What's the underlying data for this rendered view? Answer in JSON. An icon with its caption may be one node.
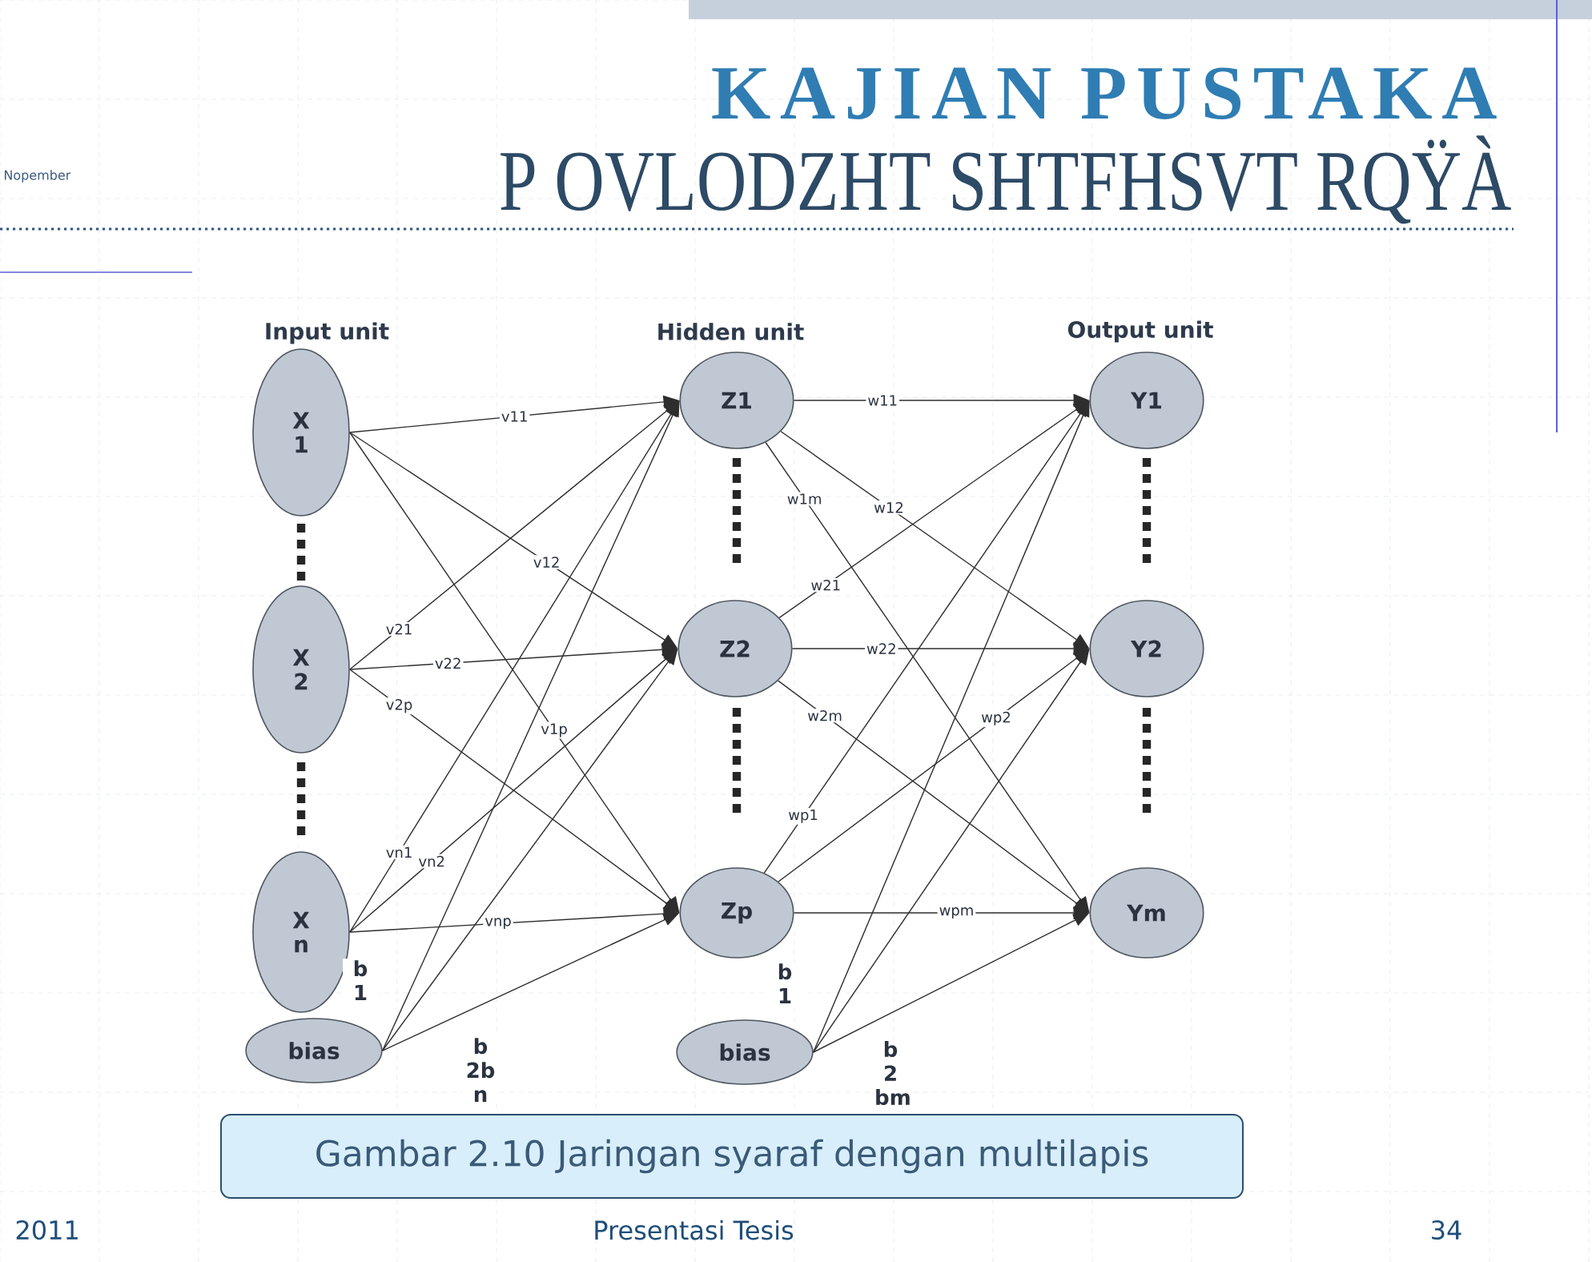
{
  "diagram": {
    "title": "KAJIAN PUSTAKA",
    "caption": "Gambar 2.10 Jaringan syaraf dengan multilapis",
    "nodes": [
      {
        "text": [
          "X 1"
        ]
      },
      {
        "text": [
          "X 2"
        ]
      },
      {
        "text": [
          "X n"
        ]
      },
      {
        "text": [
          "bias"
        ]
      },
      {
        "text": [
          "Z1"
        ]
      },
      {
        "text": [
          "Z2"
        ]
      },
      {
        "text": [
          "Zp"
        ]
      },
      {
        "text": [
          "bias"
        ]
      },
      {
        "text": [
          "Y1"
        ]
      },
      {
        "text": [
          "Y2"
        ]
      },
      {
        "text": [
          "Ym"
        ]
      }
    ],
    "edges": [
      {
        "from": 0,
        "to": 4,
        "arrow": "to",
        "label": "v11"
      },
      {
        "from": 0,
        "to": 5,
        "arrow": "to",
        "label": "v12"
      },
      {
        "from": 0,
        "to": 6,
        "arrow": "to",
        "label": "v1p"
      },
      {
        "from": 1,
        "to": 4,
        "arrow": "to",
        "label": "v21"
      },
      {
        "from": 1,
        "to": 5,
        "arrow": "to",
        "label": "v22"
      },
      {
        "from": 1,
        "to": 6,
        "arrow": "to",
        "label": "v2p"
      },
      {
        "from": 2,
        "to": 4,
        "arrow": "to",
        "label": "vn1"
      },
      {
        "from": 2,
        "to": 5,
        "arrow": "to",
        "label": "vn2"
      },
      {
        "from": 2,
        "to": 6,
        "arrow": "to",
        "label": "vnp"
      },
      {
        "from": 3,
        "to": 4,
        "arrow": "to"
      },
      {
        "from": 3,
        "to": 5,
        "arrow": "to"
      },
      {
        "from": 3,
        "to": 6,
        "arrow": "to"
      },
      {
        "from": 4,
        "to": 8,
        "arrow": "to",
        "label": "w11"
      },
      {
        "from": 4,
        "to": 9,
        "arrow": "to",
        "label": "w12"
      },
      {
        "from": 4,
        "to": 10,
        "arrow": "to",
        "label": "w1m"
      },
      {
        "from": 5,
        "to": 8,
        "arrow": "to",
        "label": "w21"
      },
      {
        "from": 5,
        "to": 9,
        "arrow": "to",
        "label": "w22"
      },
      {
        "from": 5,
        "to": 10,
        "arrow": "to",
        "label": "w2m"
      },
      {
        "from": 6,
        "to": 8,
        "arrow": "to",
        "label": "wp1"
      },
      {
        "from": 6,
        "to": 9,
        "arrow": "to",
        "label": "wp2"
      },
      {
        "from": 6,
        "to": 10,
        "arrow": "to",
        "label": "wpm"
      },
      {
        "from": 7,
        "to": 8,
        "arrow": "to"
      },
      {
        "from": 7,
        "to": 9,
        "arrow": "to"
      },
      {
        "from": 7,
        "to": 10,
        "arrow": "to"
      }
    ],
    "labels": [
      "Nopember",
      "P OVLODZHT SHTFHSVT RQŸÀ",
      "Input unit",
      "Hidden unit",
      "Output unit",
      "b 1",
      "b 2b n",
      "b 1",
      "b 2 bm",
      "2011",
      "Presentasi Tesis",
      "34"
    ]
  }
}
